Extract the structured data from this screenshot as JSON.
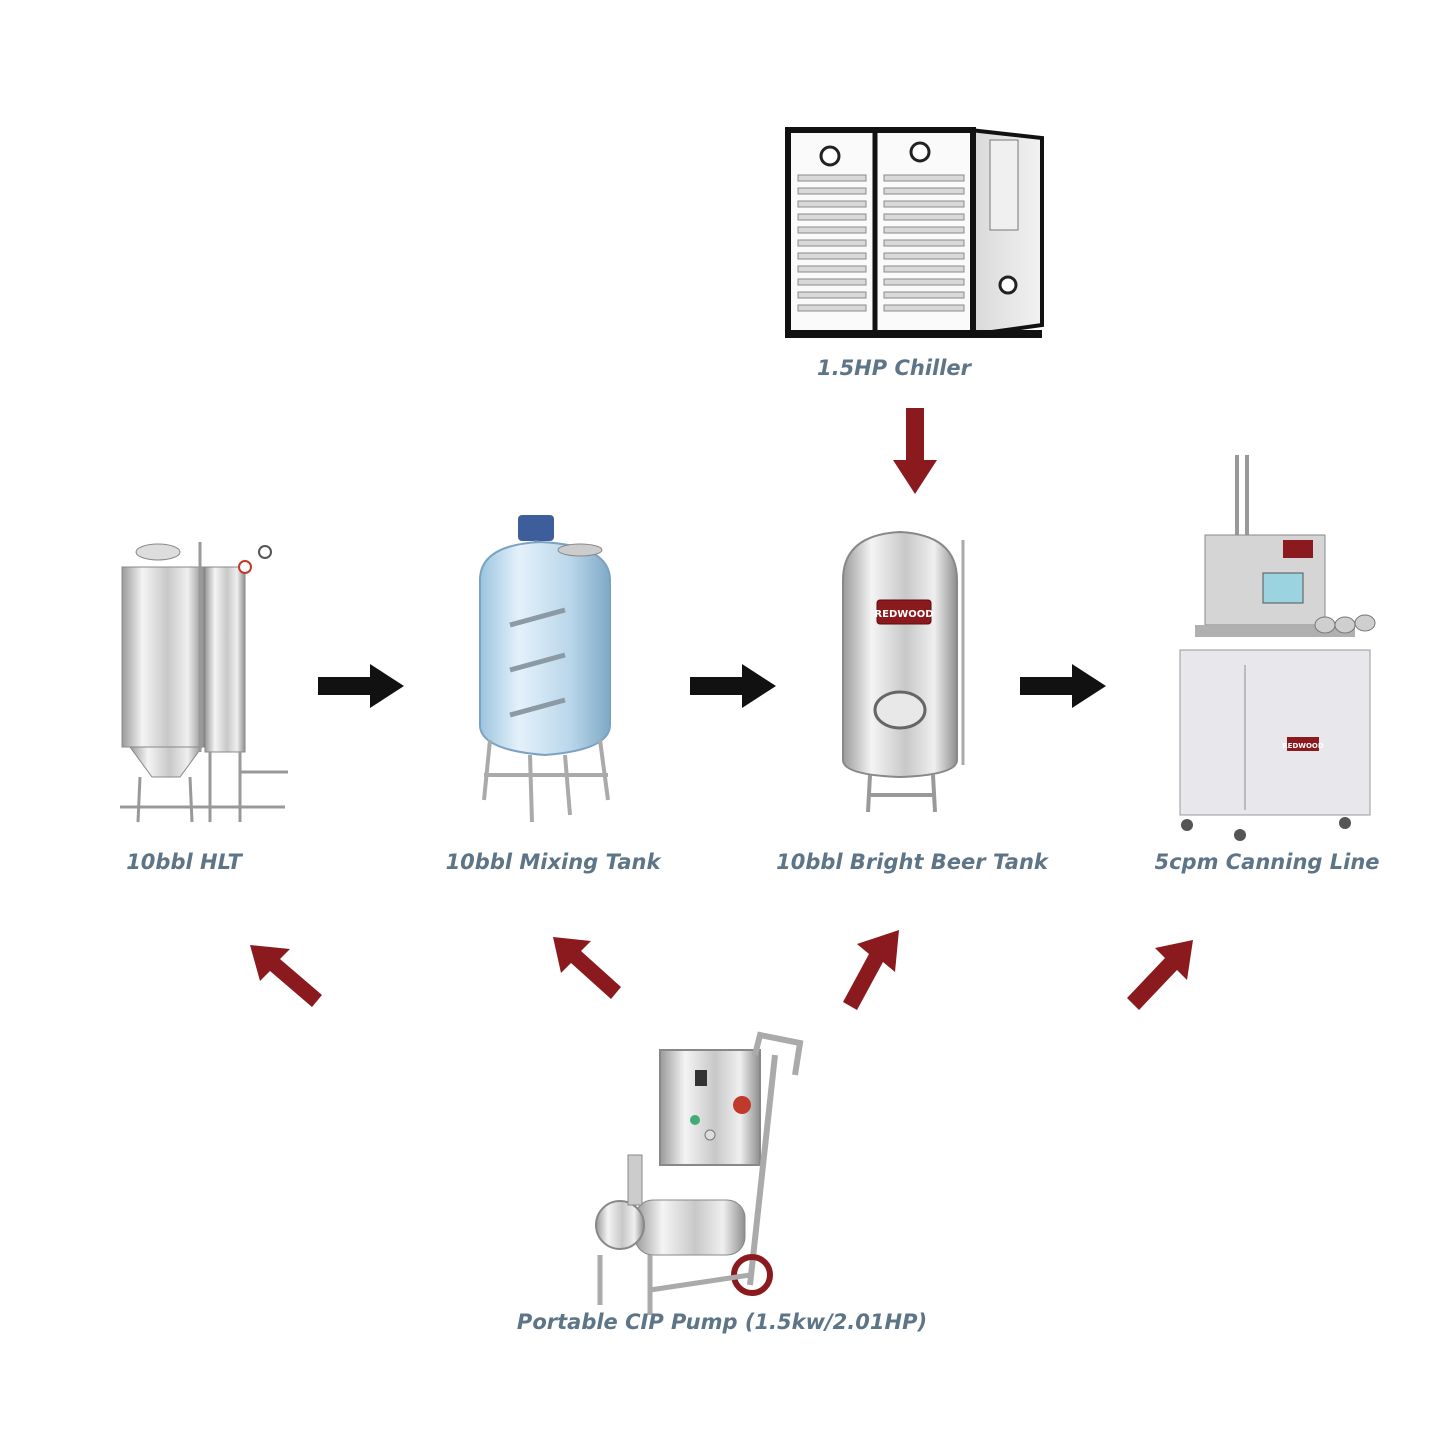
{
  "diagram": {
    "nodes": {
      "chiller": {
        "label": "1.5HP Chiller"
      },
      "hlt": {
        "label": "10bbl HLT"
      },
      "mixing_tank": {
        "label": "10bbl Mixing Tank"
      },
      "bright_tank": {
        "label": "10bbl Bright Beer Tank",
        "logo_text": "REDWOOD"
      },
      "canning_line": {
        "label": "5cpm Canning Line",
        "logo_text": "REDWOOD"
      },
      "cip_pump": {
        "label": "Portable CIP Pump (1.5kw/2.01HP)"
      }
    },
    "edges": [
      {
        "from": "hlt",
        "to": "mixing_tank",
        "color": "#111111"
      },
      {
        "from": "mixing_tank",
        "to": "bright_tank",
        "color": "#111111"
      },
      {
        "from": "bright_tank",
        "to": "canning_line",
        "color": "#111111"
      },
      {
        "from": "chiller",
        "to": "bright_tank",
        "color": "#8b1a1f"
      },
      {
        "from": "cip_pump",
        "to": "hlt",
        "color": "#8b1a1f"
      },
      {
        "from": "cip_pump",
        "to": "mixing_tank",
        "color": "#8b1a1f"
      },
      {
        "from": "cip_pump",
        "to": "bright_tank",
        "color": "#8b1a1f"
      },
      {
        "from": "cip_pump",
        "to": "canning_line",
        "color": "#8b1a1f"
      }
    ]
  }
}
